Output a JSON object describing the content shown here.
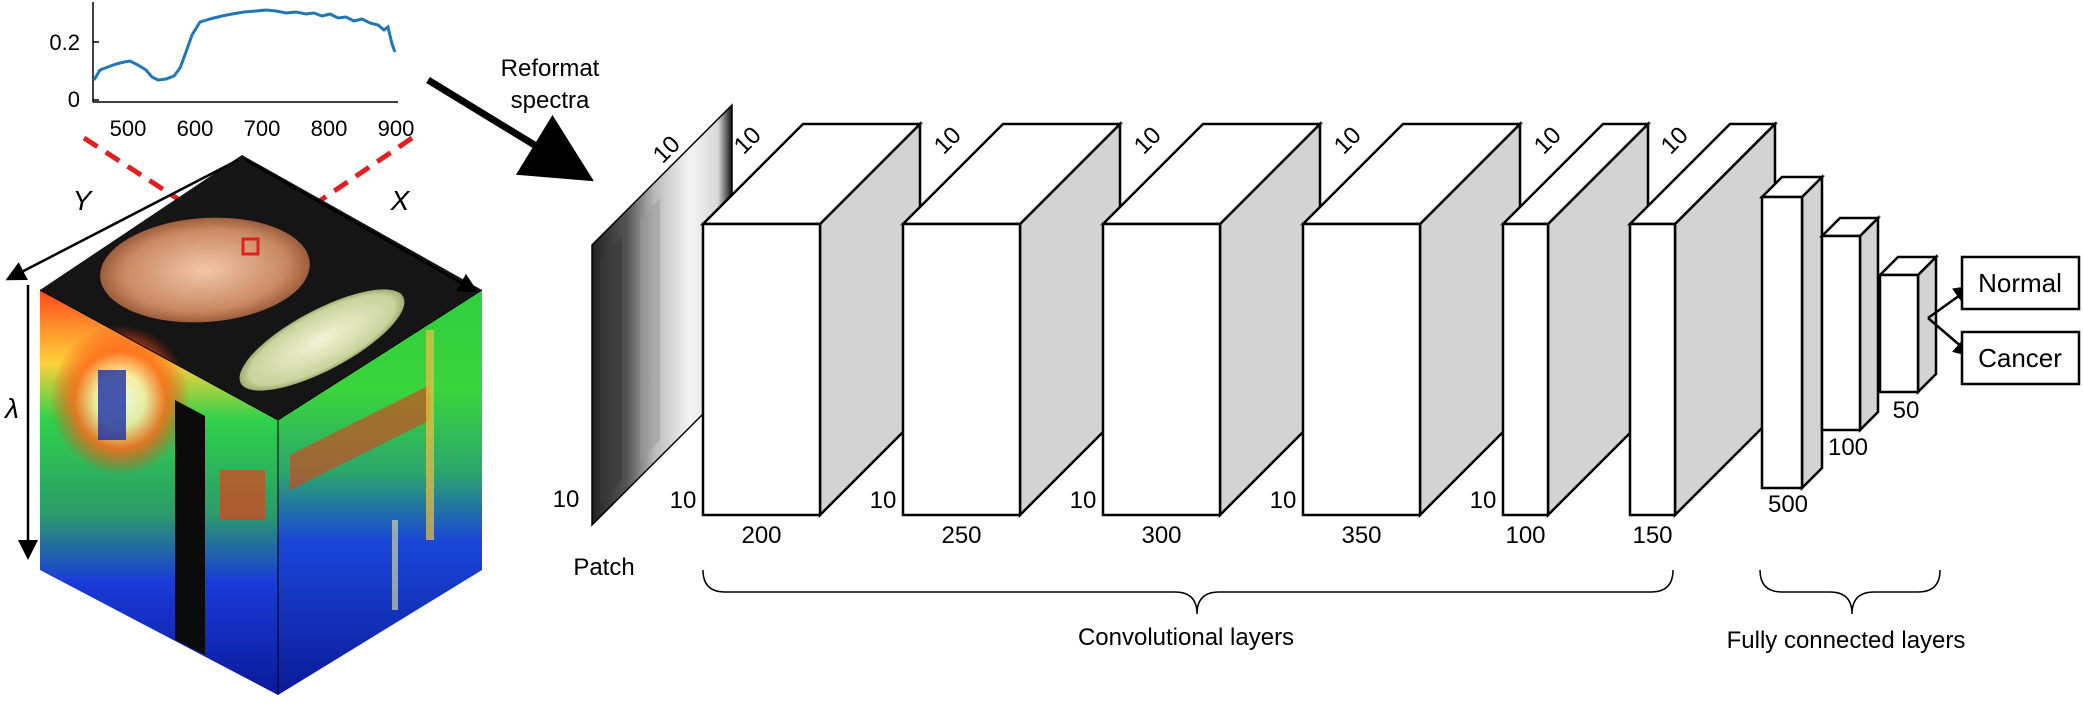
{
  "spectrum_plot": {
    "y_ticks": [
      "0",
      "0.2"
    ],
    "x_ticks": [
      "500",
      "600",
      "700",
      "800",
      "900"
    ],
    "line_color": "#1f77b4"
  },
  "cube": {
    "axis_y": "Y",
    "axis_x": "X",
    "axis_lambda": "λ",
    "marker_color": "#e02020"
  },
  "reformat": {
    "line1": "Reformat",
    "line2": "spectra"
  },
  "patch": {
    "label": "Patch",
    "height_label": "10",
    "width_label": "10"
  },
  "conv_layers": [
    {
      "depth": "10",
      "height": "10",
      "filters": "200"
    },
    {
      "depth": "10",
      "height": "10",
      "filters": "250"
    },
    {
      "depth": "10",
      "height": "10",
      "filters": "300"
    },
    {
      "depth": "10",
      "height": "10",
      "filters": "350"
    },
    {
      "depth": "10",
      "height": "10",
      "filters": "100"
    },
    {
      "depth": "10",
      "height": "",
      "filters": "150"
    }
  ],
  "fc_layers": [
    {
      "units": "500"
    },
    {
      "units": "100"
    },
    {
      "units": "50"
    }
  ],
  "outputs": [
    "Normal",
    "Cancer"
  ],
  "group_labels": {
    "conv": "Convolutional layers",
    "fc": "Fully connected layers"
  }
}
